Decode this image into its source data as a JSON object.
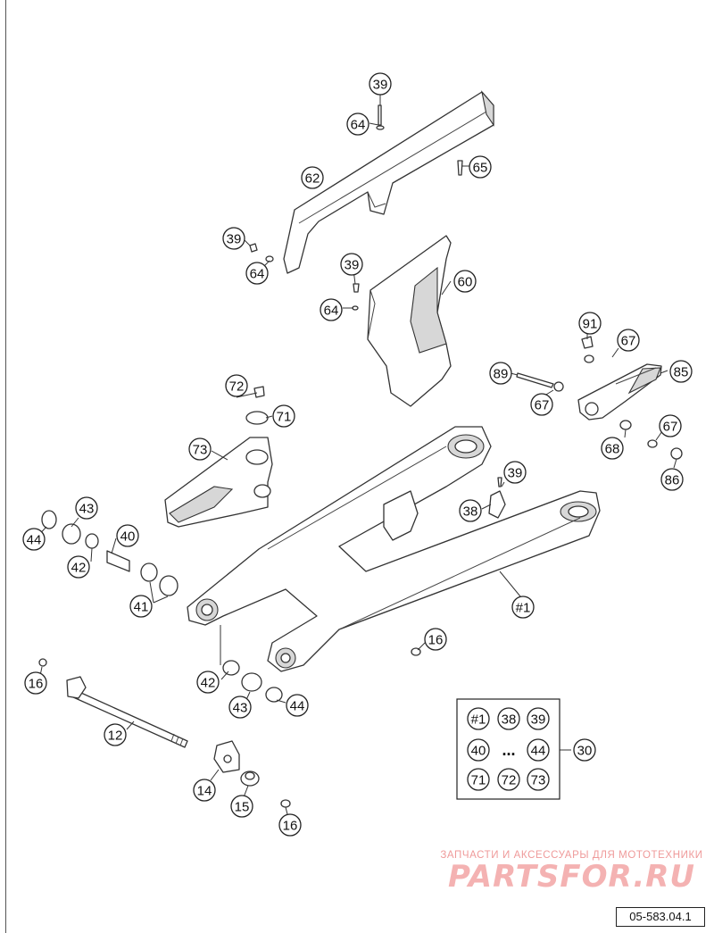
{
  "diagram": {
    "callouts": [
      {
        "label": "39"
      },
      {
        "label": "64"
      },
      {
        "label": "62"
      },
      {
        "label": "65"
      },
      {
        "label": "39"
      },
      {
        "label": "64"
      },
      {
        "label": "39"
      },
      {
        "label": "60"
      },
      {
        "label": "64"
      },
      {
        "label": "91"
      },
      {
        "label": "67"
      },
      {
        "label": "89"
      },
      {
        "label": "85"
      },
      {
        "label": "67"
      },
      {
        "label": "72"
      },
      {
        "label": "71"
      },
      {
        "label": "67"
      },
      {
        "label": "68"
      },
      {
        "label": "86"
      },
      {
        "label": "73"
      },
      {
        "label": "39"
      },
      {
        "label": "38"
      },
      {
        "label": "43"
      },
      {
        "label": "44"
      },
      {
        "label": "40"
      },
      {
        "label": "42"
      },
      {
        "label": "41"
      },
      {
        "label": "#1"
      },
      {
        "label": "16"
      },
      {
        "label": "16"
      },
      {
        "label": "42"
      },
      {
        "label": "43"
      },
      {
        "label": "44"
      },
      {
        "label": "12"
      },
      {
        "label": "14"
      },
      {
        "label": "15"
      },
      {
        "label": "16"
      }
    ],
    "kit_box": {
      "items": [
        "#1",
        "38",
        "39",
        "40",
        "...",
        "44",
        "71",
        "72",
        "73"
      ],
      "kit_label": "30"
    }
  },
  "watermark": {
    "tagline": "ЗАПЧАСТИ И АКСЕССУАРЫ ДЛЯ МОТОТЕХНИКИ",
    "logo_text": "PARTSFOR.RU"
  },
  "drawing_code": "05-583.04.1"
}
